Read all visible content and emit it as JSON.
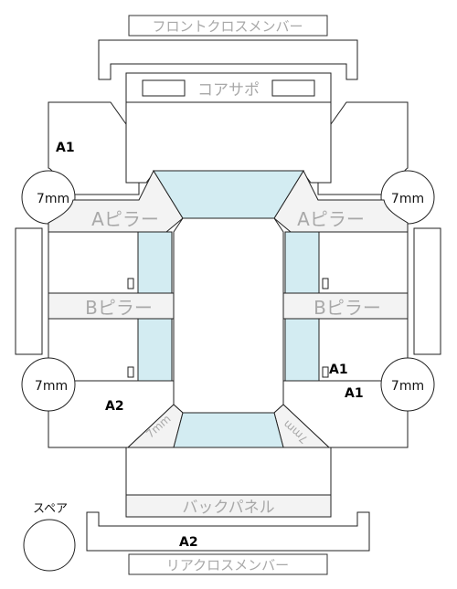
{
  "labels": {
    "front_cross_member": "フロントクロスメンバー",
    "core_support": "コアサポ",
    "a_pillar": "Aピラー",
    "b_pillar": "Bピラー",
    "back_panel": "バックパネル",
    "rear_cross_member": "リアクロスメンバー",
    "spare": "スペア",
    "wheel_size": "7mm",
    "diagonal_mark": "7mm",
    "grade_a1": "A1",
    "grade_a2": "A2"
  },
  "colors": {
    "glass": "#d3ecf2",
    "outline": "#222222",
    "label_text": "#a8a8a8"
  }
}
